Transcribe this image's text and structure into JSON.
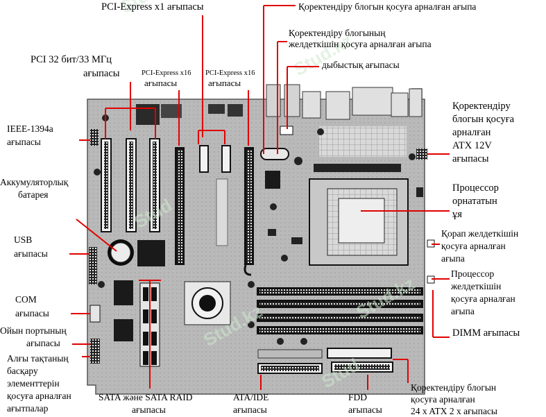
{
  "labels": {
    "pcie_x1": [
      "PCI-Express x1 ағыпасы"
    ],
    "power_main": [
      "Қоректендіру блогын қосуға арналған ағыпа"
    ],
    "power_fan": [
      "Қоректендіру блогының",
      "желдеткішін қосуға арналған ағыпа"
    ],
    "sound": [
      "дыбыстық ағыпасы"
    ],
    "pci32": [
      "PCI 32 бит/33 МГц",
      "ағыпасы"
    ],
    "pcie_x16_a": [
      "PCI-Express x16",
      "ағыпасы"
    ],
    "pcie_x16_b": [
      "PCI-Express x16",
      "ағыпасы"
    ],
    "atx12v": [
      "Қоректендіру",
      "блогын қосуға",
      "арналған",
      "ATX 12V",
      "ағыпасы"
    ],
    "ieee1394": [
      "IEEE-1394a",
      "ағыпасы"
    ],
    "battery": [
      "Аккумуляторлық",
      "батарея"
    ],
    "cpu_socket": [
      "Процессор",
      "орнататын",
      "ұя"
    ],
    "usb": [
      "USB",
      "ағыпасы"
    ],
    "case_fan": [
      "Қорап желдеткішін",
      "қосуға арналған",
      "ағыпа"
    ],
    "cpu_fan": [
      "Процессор",
      "желдеткішін",
      "қосуға арналған",
      "ағыпа"
    ],
    "com": [
      "COM",
      "ағыпасы"
    ],
    "game_port": [
      "Ойын портының",
      "ағыпасы"
    ],
    "front_panel": [
      "Алғы тақтаның",
      "басқару",
      "элементтерін",
      "қосуға арналған",
      "ағытпалар"
    ],
    "dimm": [
      "DIMM ағыпасы"
    ],
    "sata": [
      "SATA және SATA RAID",
      "ағыпасы"
    ],
    "ata": [
      "ATA/IDE",
      "ағыпасы"
    ],
    "fdd": [
      "FDD",
      "ағыпасы"
    ],
    "atx2x24": [
      "Қоректендіру блогын",
      "қосуға арналған",
      "24 x ATX 2 x ағыпасы"
    ]
  },
  "watermarks": [
    "Stud",
    "Stud.kz",
    "Stud",
    "Stud.kz",
    "Stud.kz",
    "Stud"
  ],
  "colors": {
    "leader": "#e00000",
    "board": "#b4b4b4",
    "board_dark": "#6a6a6a",
    "black": "#111111",
    "watermark": "#cfe9cf"
  }
}
